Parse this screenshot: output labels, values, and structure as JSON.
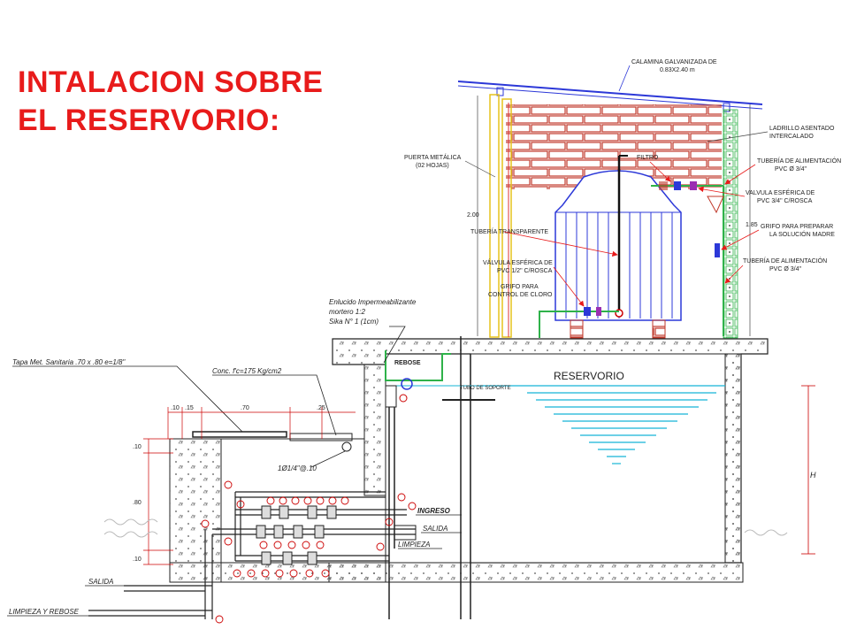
{
  "title": {
    "line1": "INTALACION SOBRE",
    "line2": "EL RESERVORIO:"
  },
  "labels": {
    "roof": "CALAMINA GALVANIZADA DE",
    "roof_dim": "0.83X2.40 m",
    "brick": "LADRILLO ASENTADO",
    "brick2": "INTERCALADO",
    "door": "PUERTA METÁLICA",
    "door2": "(02 HOJAS)",
    "filter": "FILTRO",
    "pipe_feed_top": "TUBERÍA DE ALIMENTACIÓN",
    "pipe_feed_top2": "PVC Ø 3/4\"",
    "valve_top": "VALVULA ESFÉRICA DE",
    "valve_top2": "PVC 3/4\" C/ROSCA",
    "tap_prep": "GRIFO PARA PREPARAR",
    "tap_prep2": "LA SOLUCIÓN MADRE",
    "dim_185": "1.85",
    "dim_200": "2.00",
    "clear_pipe": "TUBERÍA TRANSPARENTE",
    "valve_mid": "VÁLVULA ESFÉRICA DE",
    "valve_mid2": "PVC 1/2\" C/ROSCA",
    "tap_chlor": "GRIFO PARA",
    "tap_chlor2": "CONTROL DE CLORO",
    "pipe_feed_bot": "TUBERÍA DE ALIMENTACIÓN",
    "pipe_feed_bot2": "PVC Ø 3/4\"",
    "plaster1": "Enlucido Impermeabilizante",
    "plaster2": "mortero 1:2",
    "plaster3": "Sika N° 1 (1cm)",
    "cover": "Tapa Met. Sanitaria .70 x .80 e=1/8\"",
    "concrete": "Conc. f'c=175 Kg/cm2",
    "overflow": "REBOSE",
    "support": "TUBO DE SOPORTE",
    "reservoir": "RESERVORIO",
    "dim_10a": ".10",
    "dim_15": ".15",
    "dim_70": ".70",
    "dim_25": ".25",
    "dim_v10a": ".10",
    "dim_v80": ".80",
    "dim_v10b": ".10",
    "rebar": "1Ø1/4\"@.10",
    "inlet": "INGRESO",
    "outlet": "SALIDA",
    "cleaning": "LIMPIEZA",
    "outlet_low": "SALIDA",
    "clean_overflow": "LIMPIEZA Y REBOSE",
    "height": "H"
  },
  "colors": {
    "title_red": "#e81b1b",
    "brick_red": "#c0392b",
    "water_cyan": "#16b5d6",
    "tank_blue": "#2c38d8",
    "pipe_green": "#2fb24a",
    "door_yellow": "#e5c21c"
  }
}
